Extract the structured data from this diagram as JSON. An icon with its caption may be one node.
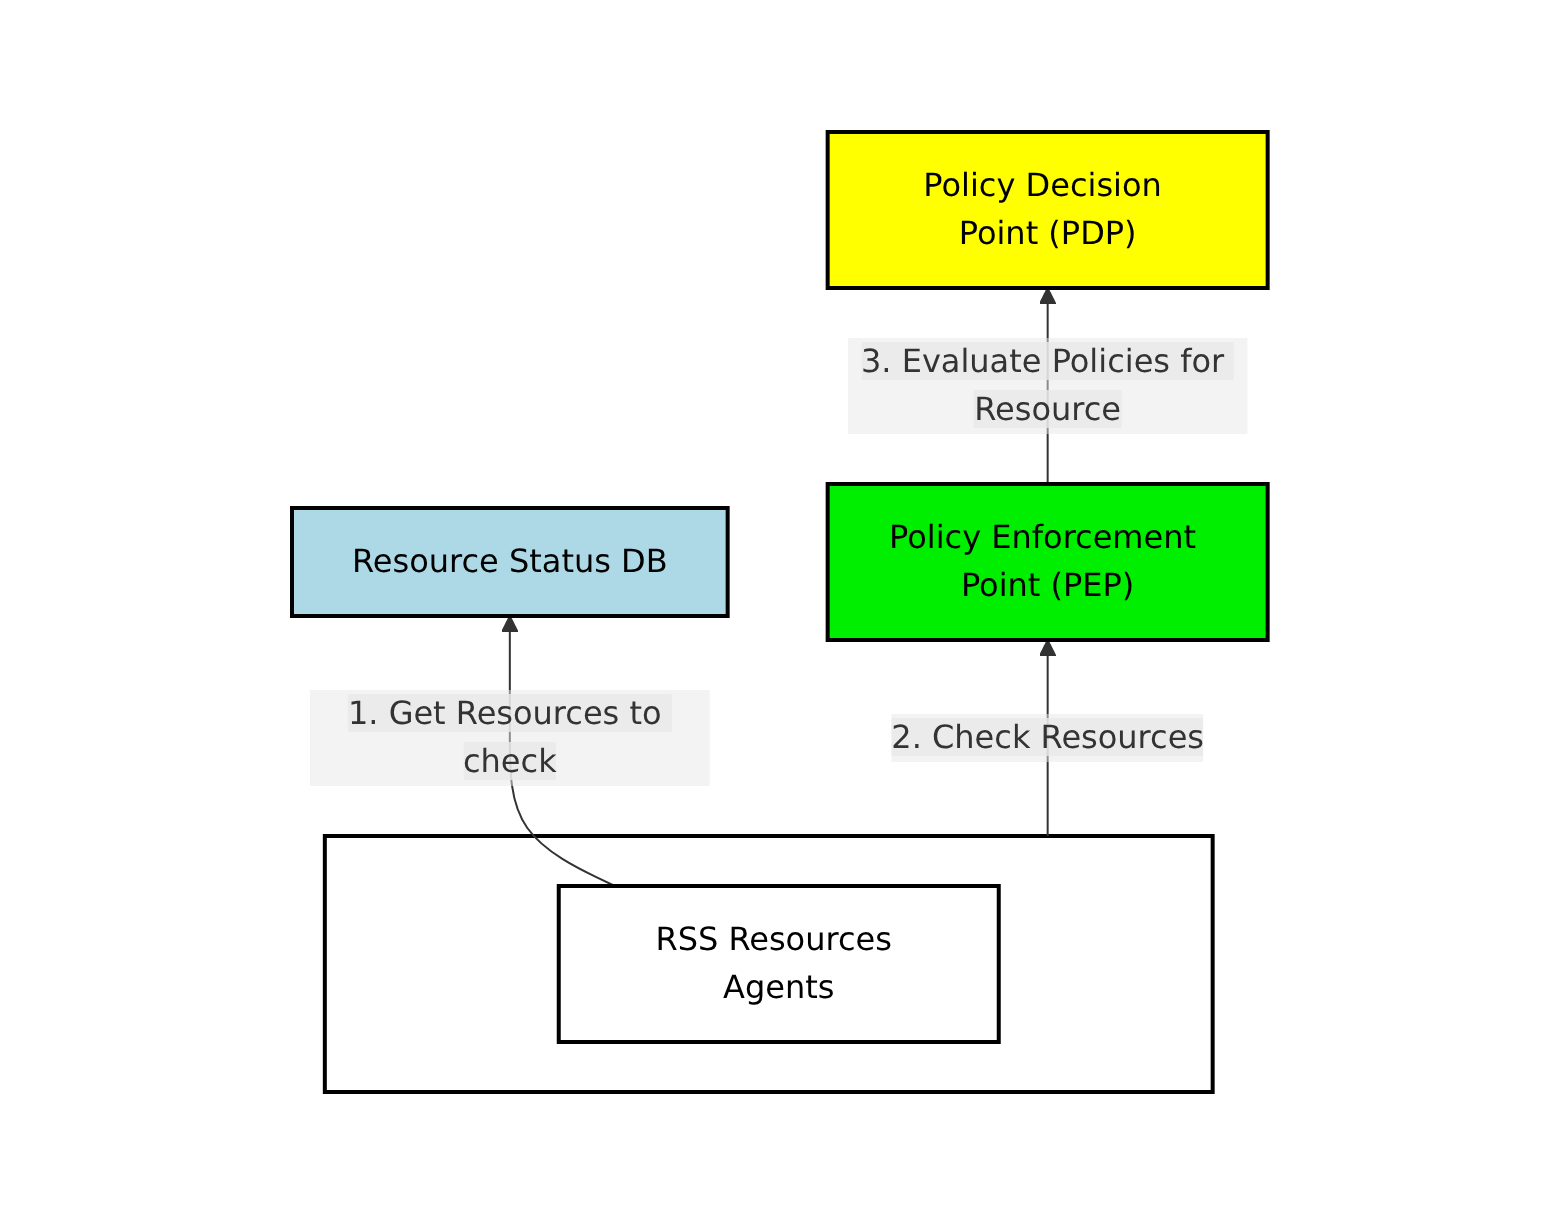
{
  "diagram": {
    "nodes": [
      {
        "text": [
          "Policy Decision Point (PDP)"
        ]
      },
      {
        "text": [
          "Resource Status DB"
        ]
      },
      {
        "text": [
          "Policy Enforcement Point (PEP)"
        ]
      },
      {
        "text": [],
        "shape": "box"
      },
      {
        "text": [
          "RSS Resources Agents"
        ],
        "in": 3
      }
    ],
    "edges": [
      {
        "from": 4,
        "to": 1,
        "arrow": "to",
        "label": "1. Get Resources to check"
      },
      {
        "from": 3,
        "to": 2,
        "arrow": "to",
        "label": "2. Check Resources"
      },
      {
        "from": 2,
        "to": 0,
        "arrow": "to",
        "label": "3. Evaluate Policies for Resource"
      }
    ]
  }
}
